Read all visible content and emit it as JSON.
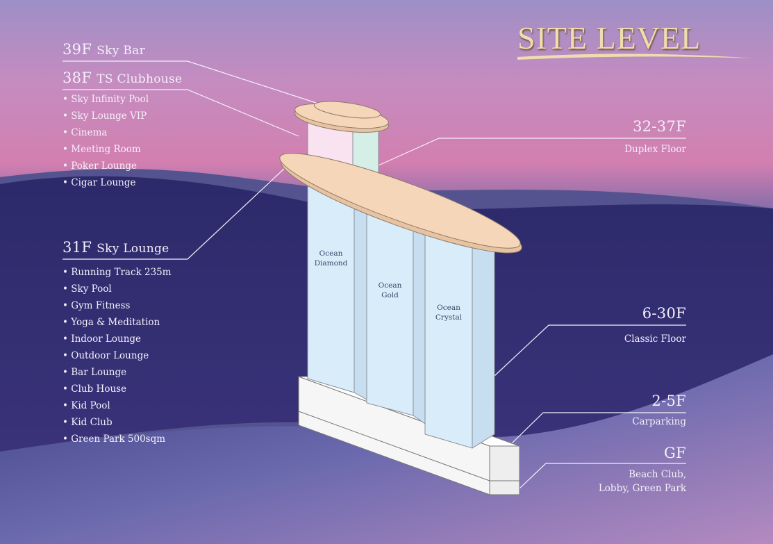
{
  "title": "SITE LEVEL",
  "left_labels": [
    {
      "floor": "39F",
      "name": "Sky Bar",
      "items": []
    },
    {
      "floor": "38F",
      "name": "TS Clubhouse",
      "items": [
        "Sky Infinity Pool",
        "Sky Lounge VIP",
        "Cinema",
        "Meeting Room",
        "Poker Lounge",
        "Cigar Lounge"
      ]
    },
    {
      "floor": "31F",
      "name": "Sky Lounge",
      "items": [
        "Running Track 235m",
        "Sky Pool",
        "Gym Fitness",
        "Yoga & Meditation",
        "Indoor Lounge",
        "Outdoor Lounge",
        "Bar Lounge",
        "Club House",
        "Kid Pool",
        "Kid Club",
        "Green Park 500sqm"
      ]
    }
  ],
  "right_labels": [
    {
      "floor": "32-37F",
      "desc": "Duplex Floor"
    },
    {
      "floor": "6-30F",
      "desc": "Classic Floor"
    },
    {
      "floor": "2-5F",
      "desc": "Carparking"
    },
    {
      "floor": "GF",
      "desc": "Beach Club,",
      "desc2": "Lobby, Green Park"
    }
  ],
  "towers": [
    {
      "line1": "Ocean",
      "line2": "Diamond"
    },
    {
      "line1": "Ocean",
      "line2": "Gold"
    },
    {
      "line1": "Ocean",
      "line2": "Crystal"
    }
  ],
  "colors": {
    "tower": "#d8ecfa",
    "skypark": "#f6d6b8",
    "clubhouse": "#f9e3f0",
    "title": "#f0dcae"
  }
}
